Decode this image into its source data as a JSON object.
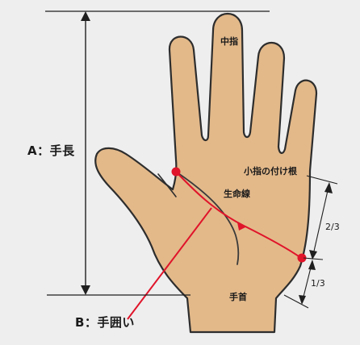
{
  "labels": {
    "hand_length": "A：手長",
    "hand_girth": "B：手囲い",
    "middle_finger": "中指",
    "pinky_base": "小指の付け根",
    "life_line": "生命線",
    "wrist": "手首",
    "two_thirds": "2/3",
    "one_third": "1/3"
  },
  "colors": {
    "background": "#eeeeee",
    "skin": "#e3b98a",
    "outline": "#2d2d2d",
    "accent_red": "#e0142a",
    "line": "#1f1f1f"
  }
}
